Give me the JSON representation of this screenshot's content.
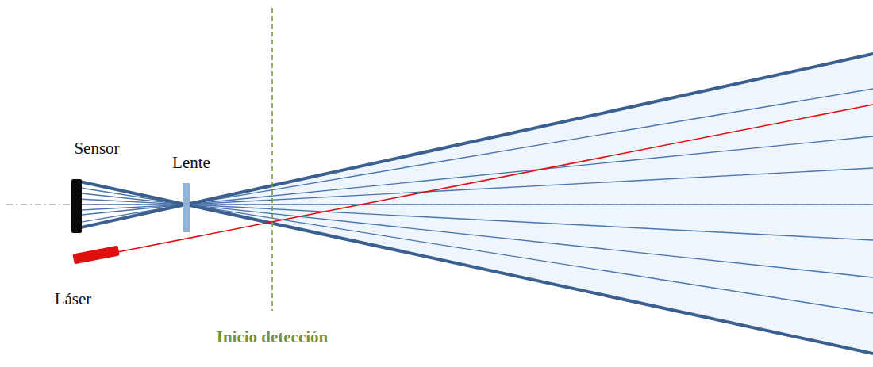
{
  "diagram": {
    "labels": [
      "Sensor",
      "Lente",
      "Láser",
      "Inicio detección"
    ]
  }
}
